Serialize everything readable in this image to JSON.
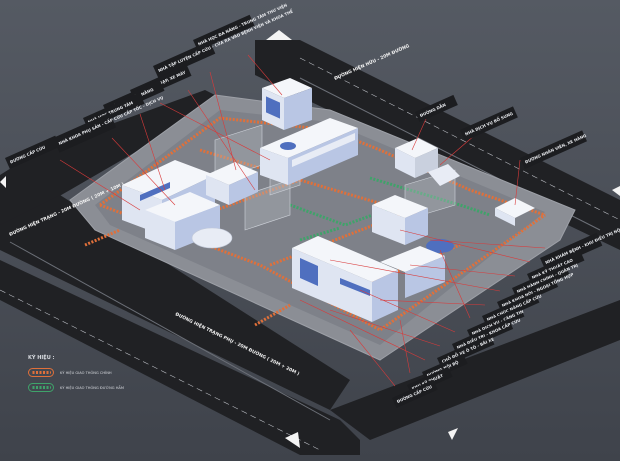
{
  "roads": {
    "top_right": "ĐƯỜNG HIỆN HỮU - 20M ĐƯỜNG",
    "left": "ĐƯỜNG HIỆN TRẠNG - 20M ĐƯỜNG ( 20M + 10M )",
    "bottom": "ĐƯỜNG HIỆN TRẠNG PHỤ - 20M ĐƯỜNG ( 20M + 20M )"
  },
  "callouts_left": [
    "NHÀ HỌC ĐA NĂNG - TRUNG TÂM THƯ VIỆN",
    "NHÀ TẬP LUYỆN CẤP CỨU - CỬA RA VÀO BỆNH VIỆN VÀ KHOA THỂ",
    "CHỖ ĐỖ XE ĐẠP, XE MÁY",
    "NHÀ HỌC CHỨC NĂNG",
    "NHÀ HỌC TRUNG TÂM",
    "NHÀ KHOA PHỤ SẢN - CẤP CỨU CẤP TỐC - DỊCH VỤ",
    "ĐƯỜNG CẤP CỨU"
  ],
  "callouts_top_right": [
    "ĐƯỜNG DẪN",
    "NHÀ DỊCH VỤ BỔ SUNG",
    "ĐƯỜNG NHÂN VIÊN, XE HÀNG"
  ],
  "callouts_right": [
    "NHÀ KHÁM BỆNH - KHU ĐIỀU TRỊ NỘI TRÚ",
    "NHÀ KỸ THUẬT CAO",
    "NHÀ HÀNH CHÍNH - QUẢN TRỊ",
    "NHÀ KHOA NỘI - NGOẠI TỔNG HỢP",
    "NHÀ CHỨC NĂNG CẤP CỨU",
    "NHÀ DỊCH VỤ - CĂNG TIN",
    "NHÀ ĐIỀU TRỊ - KHOA CẤP CỨU",
    "CHỖ ĐỖ XE Ô TÔ - BÃI XE",
    "ĐƯỜNG NỘI BỘ",
    "KHU KỸ THUẬT",
    "ĐƯỜNG CẤP CỨU"
  ],
  "legend": {
    "title": "KÝ HIỆU :",
    "items": [
      {
        "label": "KÝ HIỆU GIAO THÔNG CHÍNH",
        "color": "#e0703a"
      },
      {
        "label": "KÝ HIỆU GIAO THÔNG ĐƯỜNG HẦM",
        "color": "#3fa36a"
      }
    ]
  },
  "colors": {
    "background": "#4a4f58",
    "road": "#202124",
    "site": "#8b8e95",
    "path_main": "#e0703a",
    "path_tunnel": "#3fa36a",
    "building_top": "#f4f6fa",
    "building_side": "#b9c6e4",
    "building_glass": "#4f6fbf",
    "leader": "#d93a3a"
  }
}
